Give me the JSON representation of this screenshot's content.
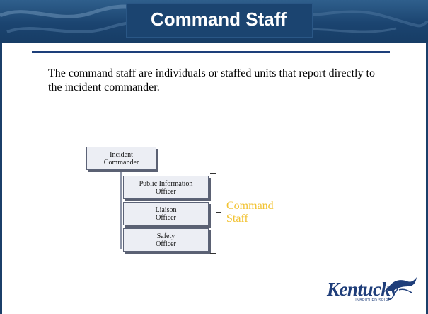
{
  "slide": {
    "title": "Command Staff",
    "body": "The command staff are individuals or staffed units that report directly to the incident commander."
  },
  "org_chart": {
    "commander": {
      "line1": "Incident",
      "line2": "Commander"
    },
    "staff": [
      {
        "line1": "Public Information",
        "line2": "Officer"
      },
      {
        "line1": "Liaison",
        "line2": "Officer"
      },
      {
        "line1": "Safety",
        "line2": "Officer"
      }
    ],
    "group_label": {
      "line1": "Command",
      "line2": "Staff"
    }
  },
  "logo": {
    "wordmark": "Kentucky",
    "tagline": "UNBRIDLED SPIRIT"
  },
  "colors": {
    "header": "#1b4470",
    "rule": "#1d3f7a",
    "group_label": "#f2c230",
    "box_fill": "#eceef4"
  }
}
